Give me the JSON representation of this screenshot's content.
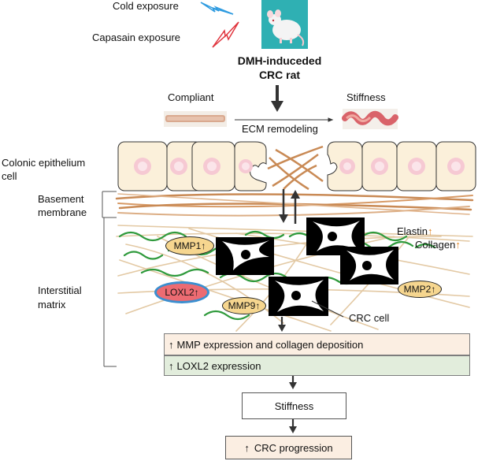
{
  "exposures": {
    "cold": "Cold exposure",
    "capsaicin": "Capasain exposure"
  },
  "model": {
    "line1": "DMH-induceded",
    "line2": "CRC rat"
  },
  "states": {
    "compliant": "Compliant",
    "stiffness": "Stiffness",
    "remodeling": "ECM remodeling"
  },
  "layers": {
    "epithelium_line1": "Colonic epithelium",
    "epithelium_line2": "cell",
    "basement_line1": "Basement",
    "basement_line2": "membrane",
    "interstitial_line1": "Interstitial",
    "interstitial_line2": "matrix"
  },
  "enzymes": {
    "mmp1": "MMP1",
    "mmp2": "MMP2",
    "mmp9": "MMP9",
    "loxl2": "LOXL2"
  },
  "matrix_labels": {
    "elastin": "Elastin",
    "collagen": "Collagen",
    "crc_cell": "CRC cell",
    "up_arrow": "↑"
  },
  "flow": {
    "mmp_box": "MMP expression and collagen deposition",
    "loxl2_box": "LOXL2 expression",
    "stiffness_box": "Stiffness",
    "progression_box": "CRC progression",
    "up_arrow": "↑"
  },
  "colors": {
    "mmp_fill": "#f6d68f",
    "loxl2_fill": "#ec6b72",
    "loxl2_border": "#3b8fd0",
    "mmp_box_fill": "#fbeee2",
    "loxl2_box_fill": "#e2eddc",
    "progression_fill": "#fbeee2",
    "fiber_green": "#2f9a3c",
    "fiber_tan": "#e3c9a4",
    "fiber_brown": "#c98a55",
    "cell_fill": "#fbf0da"
  }
}
